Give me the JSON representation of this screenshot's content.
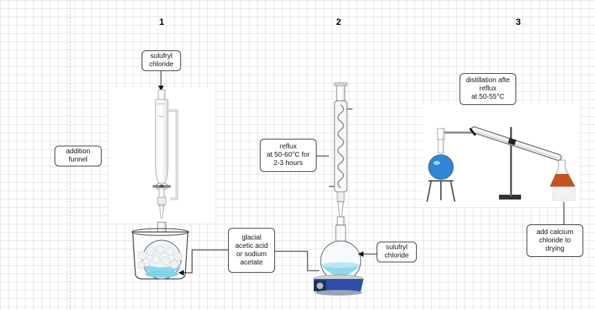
{
  "steps": {
    "one": "1",
    "two": "2",
    "three": "3"
  },
  "labels": {
    "sulfuryl_chloride_top": [
      "sulufryl",
      "chloride"
    ],
    "addition_funnel": [
      "addition",
      "funnel"
    ],
    "glacial_acetic": [
      "glacial",
      "acetic acid",
      "or sodium",
      "acetate"
    ],
    "reflux": [
      "reflux",
      "at 50-60°C  for",
      "2-3 hours"
    ],
    "sulfuryl_chloride_right": [
      "sulufryl",
      "chloride"
    ],
    "distillation": [
      "distillation afte",
      "reflux",
      "at 50-55°C"
    ],
    "calcium_chloride": [
      "add calcium",
      "chloride to",
      "drying"
    ]
  },
  "colors": {
    "liquid_blue": "#7fd3ea",
    "flask_blue": "#2f86d6",
    "flask_orange": "#c8521c",
    "hotplate_blue": "#2e4fa8",
    "line": "#111111"
  }
}
